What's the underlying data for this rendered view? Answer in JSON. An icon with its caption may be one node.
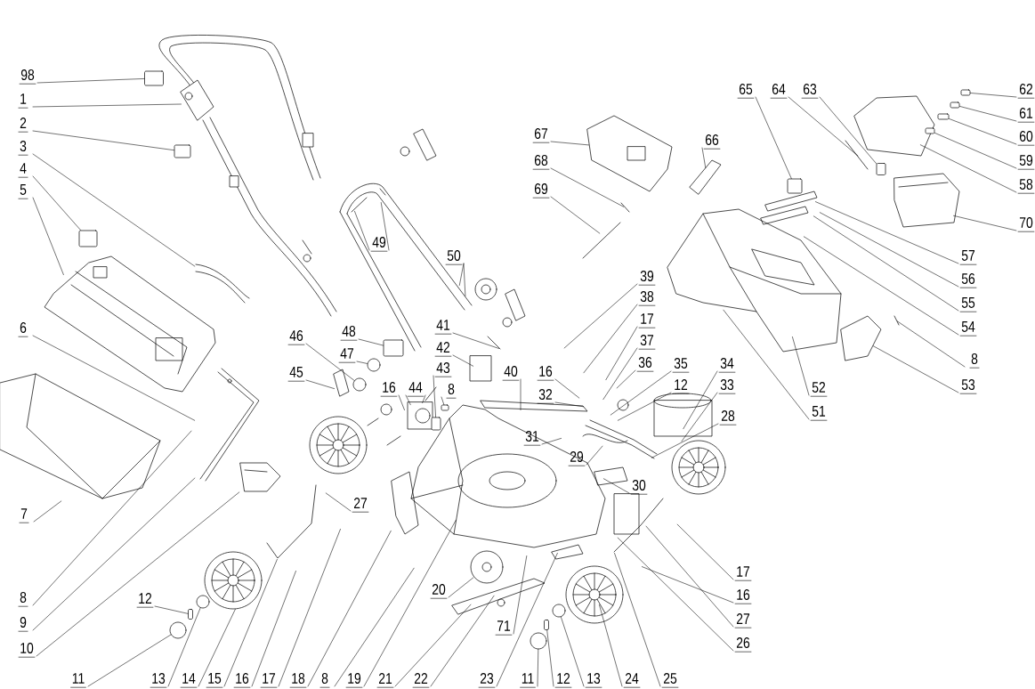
{
  "diagram": {
    "nodes": [
      {
        "text": [
          "98"
        ]
      },
      {
        "text": [
          "1"
        ]
      },
      {
        "text": [
          "2"
        ]
      },
      {
        "text": [
          "3"
        ]
      },
      {
        "text": [
          "4"
        ]
      },
      {
        "text": [
          "5"
        ]
      },
      {
        "text": [
          "6"
        ]
      },
      {
        "text": [
          "7"
        ]
      },
      {
        "text": [
          "8"
        ]
      },
      {
        "text": [
          "9"
        ]
      },
      {
        "text": [
          "10"
        ]
      },
      {
        "text": [
          "12"
        ]
      },
      {
        "text": [
          "11"
        ]
      },
      {
        "text": [
          "13"
        ]
      },
      {
        "text": [
          "14"
        ]
      },
      {
        "text": [
          "15"
        ]
      },
      {
        "text": [
          "16"
        ]
      },
      {
        "text": [
          "17"
        ]
      },
      {
        "text": [
          "18"
        ]
      },
      {
        "text": [
          "8"
        ]
      },
      {
        "text": [
          "19"
        ]
      },
      {
        "text": [
          "21"
        ]
      },
      {
        "text": [
          "22"
        ]
      },
      {
        "text": [
          "23"
        ]
      },
      {
        "text": [
          "11"
        ]
      },
      {
        "text": [
          "12"
        ]
      },
      {
        "text": [
          "13"
        ]
      },
      {
        "text": [
          "24"
        ]
      },
      {
        "text": [
          "25"
        ]
      },
      {
        "text": [
          "20"
        ]
      },
      {
        "text": [
          "71"
        ]
      },
      {
        "text": [
          "27"
        ]
      },
      {
        "text": [
          "46"
        ]
      },
      {
        "text": [
          "48"
        ]
      },
      {
        "text": [
          "47"
        ]
      },
      {
        "text": [
          "45"
        ]
      },
      {
        "text": [
          "49"
        ]
      },
      {
        "text": [
          "50"
        ]
      },
      {
        "text": [
          "41"
        ]
      },
      {
        "text": [
          "42"
        ]
      },
      {
        "text": [
          "43"
        ]
      },
      {
        "text": [
          "8"
        ]
      },
      {
        "text": [
          "16"
        ]
      },
      {
        "text": [
          "44"
        ]
      },
      {
        "text": [
          "40"
        ]
      },
      {
        "text": [
          "16"
        ]
      },
      {
        "text": [
          "32"
        ]
      },
      {
        "text": [
          "31"
        ]
      },
      {
        "text": [
          "29"
        ]
      },
      {
        "text": [
          "30"
        ]
      },
      {
        "text": [
          "39"
        ]
      },
      {
        "text": [
          "38"
        ]
      },
      {
        "text": [
          "17"
        ]
      },
      {
        "text": [
          "37"
        ]
      },
      {
        "text": [
          "36"
        ]
      },
      {
        "text": [
          "35"
        ]
      },
      {
        "text": [
          "12"
        ]
      },
      {
        "text": [
          "34"
        ]
      },
      {
        "text": [
          "33"
        ]
      },
      {
        "text": [
          "28"
        ]
      },
      {
        "text": [
          "17"
        ]
      },
      {
        "text": [
          "16"
        ]
      },
      {
        "text": [
          "27"
        ]
      },
      {
        "text": [
          "26"
        ]
      },
      {
        "text": [
          "67"
        ]
      },
      {
        "text": [
          "68"
        ]
      },
      {
        "text": [
          "69"
        ]
      },
      {
        "text": [
          "66"
        ]
      },
      {
        "text": [
          "65"
        ]
      },
      {
        "text": [
          "64"
        ]
      },
      {
        "text": [
          "63"
        ]
      },
      {
        "text": [
          "62"
        ]
      },
      {
        "text": [
          "61"
        ]
      },
      {
        "text": [
          "60"
        ]
      },
      {
        "text": [
          "59"
        ]
      },
      {
        "text": [
          "58"
        ]
      },
      {
        "text": [
          "70"
        ]
      },
      {
        "text": [
          "57"
        ]
      },
      {
        "text": [
          "56"
        ]
      },
      {
        "text": [
          "55"
        ]
      },
      {
        "text": [
          "54"
        ]
      },
      {
        "text": [
          "8"
        ]
      },
      {
        "text": [
          "53"
        ]
      },
      {
        "text": [
          "52"
        ]
      },
      {
        "text": [
          "51"
        ]
      },
      {
        "text": [],
        "shape": "box"
      },
      {
        "text": [],
        "shape": "box"
      },
      {
        "text": [],
        "shape": "box"
      },
      {
        "text": [],
        "shape": "circle"
      },
      {
        "text": [],
        "shape": "circle"
      },
      {
        "text": [],
        "shape": "circle"
      },
      {
        "text": [],
        "shape": "circle"
      },
      {
        "text": [],
        "shape": "box"
      },
      {
        "text": [],
        "shape": "circle"
      },
      {
        "text": [],
        "shape": "box"
      },
      {
        "text": [],
        "shape": "box"
      },
      {
        "text": [],
        "shape": "box"
      },
      {
        "text": [],
        "shape": "box"
      },
      {
        "text": [],
        "shape": "box"
      },
      {
        "text": [],
        "shape": "box"
      },
      {
        "text": [],
        "shape": "box"
      },
      {
        "text": [],
        "shape": "box"
      },
      {
        "text": [],
        "shape": "circle"
      },
      {
        "text": [],
        "shape": "box"
      },
      {
        "text": [],
        "shape": "box"
      }
    ],
    "edges": [
      {
        "from": 0,
        "to": 85,
        "arrow": "none"
      },
      {
        "from": 1,
        "to": null,
        "arrow": "none"
      },
      {
        "from": 2,
        "to": 86,
        "arrow": "none"
      },
      {
        "from": 3,
        "to": null,
        "arrow": "none"
      },
      {
        "from": 4,
        "to": 87,
        "arrow": "none"
      },
      {
        "from": 5,
        "to": null,
        "arrow": "none"
      },
      {
        "from": 6,
        "to": null,
        "arrow": "none"
      },
      {
        "from": 7,
        "to": null,
        "arrow": "none"
      },
      {
        "from": 8,
        "to": null,
        "arrow": "none"
      },
      {
        "from": 9,
        "to": null,
        "arrow": "none"
      },
      {
        "from": 10,
        "to": null,
        "arrow": "none"
      },
      {
        "from": 11,
        "to": 103,
        "arrow": "none"
      },
      {
        "from": 12,
        "to": 88,
        "arrow": "none"
      },
      {
        "from": 13,
        "to": 89,
        "arrow": "none"
      },
      {
        "from": 14,
        "to": null,
        "arrow": "none"
      },
      {
        "from": 15,
        "to": null,
        "arrow": "none"
      },
      {
        "from": 16,
        "to": null,
        "arrow": "none"
      },
      {
        "from": 17,
        "to": null,
        "arrow": "none"
      },
      {
        "from": 18,
        "to": null,
        "arrow": "none"
      },
      {
        "from": 19,
        "to": null,
        "arrow": "none"
      },
      {
        "from": 20,
        "to": null,
        "arrow": "none"
      },
      {
        "from": 21,
        "to": null,
        "arrow": "none"
      },
      {
        "from": 22,
        "to": null,
        "arrow": "none"
      },
      {
        "from": 23,
        "to": null,
        "arrow": "none"
      },
      {
        "from": 24,
        "to": 90,
        "arrow": "none"
      },
      {
        "from": 25,
        "to": 104,
        "arrow": "none"
      },
      {
        "from": 26,
        "to": 91,
        "arrow": "none"
      },
      {
        "from": 27,
        "to": null,
        "arrow": "none"
      },
      {
        "from": 28,
        "to": null,
        "arrow": "none"
      },
      {
        "from": 29,
        "to": null,
        "arrow": "none"
      },
      {
        "from": 30,
        "to": null,
        "arrow": "none"
      },
      {
        "from": 31,
        "to": null,
        "arrow": "none"
      },
      {
        "from": 32,
        "to": 102,
        "arrow": "none"
      },
      {
        "from": 33,
        "to": 92,
        "arrow": "none"
      },
      {
        "from": 34,
        "to": 93,
        "arrow": "none"
      },
      {
        "from": 35,
        "to": null,
        "arrow": "none"
      },
      {
        "from": 36,
        "to": null,
        "arrow": "none"
      },
      {
        "from": 36,
        "to": null,
        "arrow": "none"
      },
      {
        "from": 37,
        "to": null,
        "arrow": "none"
      },
      {
        "from": 37,
        "to": null,
        "arrow": "none"
      },
      {
        "from": 38,
        "to": null,
        "arrow": "none"
      },
      {
        "from": 39,
        "to": null,
        "arrow": "none"
      },
      {
        "from": 40,
        "to": 95,
        "arrow": "none"
      },
      {
        "from": 41,
        "to": 94,
        "arrow": "none"
      },
      {
        "from": 42,
        "to": null,
        "arrow": "none"
      },
      {
        "from": 43,
        "to": null,
        "arrow": "none"
      },
      {
        "from": 43,
        "to": null,
        "arrow": "none"
      },
      {
        "from": 44,
        "to": null,
        "arrow": "none"
      },
      {
        "from": 45,
        "to": null,
        "arrow": "none"
      },
      {
        "from": 46,
        "to": null,
        "arrow": "none"
      },
      {
        "from": 47,
        "to": null,
        "arrow": "none"
      },
      {
        "from": 48,
        "to": null,
        "arrow": "none"
      },
      {
        "from": 49,
        "to": null,
        "arrow": "none"
      },
      {
        "from": 50,
        "to": null,
        "arrow": "none"
      },
      {
        "from": 51,
        "to": null,
        "arrow": "none"
      },
      {
        "from": 52,
        "to": null,
        "arrow": "none"
      },
      {
        "from": 53,
        "to": null,
        "arrow": "none"
      },
      {
        "from": 54,
        "to": null,
        "arrow": "none"
      },
      {
        "from": 55,
        "to": null,
        "arrow": "none"
      },
      {
        "from": 56,
        "to": null,
        "arrow": "none"
      },
      {
        "from": 57,
        "to": null,
        "arrow": "none"
      },
      {
        "from": 58,
        "to": null,
        "arrow": "none"
      },
      {
        "from": 59,
        "to": null,
        "arrow": "none"
      },
      {
        "from": 60,
        "to": null,
        "arrow": "none"
      },
      {
        "from": 61,
        "to": null,
        "arrow": "none"
      },
      {
        "from": 62,
        "to": null,
        "arrow": "none"
      },
      {
        "from": 63,
        "to": null,
        "arrow": "none"
      },
      {
        "from": 64,
        "to": null,
        "arrow": "none"
      },
      {
        "from": 65,
        "to": null,
        "arrow": "none"
      },
      {
        "from": 66,
        "to": null,
        "arrow": "none"
      },
      {
        "from": 67,
        "to": null,
        "arrow": "none"
      },
      {
        "from": 68,
        "to": 96,
        "arrow": "none"
      },
      {
        "from": 69,
        "to": null,
        "arrow": "none"
      },
      {
        "from": 70,
        "to": 97,
        "arrow": "none"
      },
      {
        "from": 71,
        "to": 98,
        "arrow": "none"
      },
      {
        "from": 72,
        "to": 99,
        "arrow": "none"
      },
      {
        "from": 73,
        "to": 100,
        "arrow": "none"
      },
      {
        "from": 74,
        "to": 101,
        "arrow": "none"
      },
      {
        "from": 75,
        "to": null,
        "arrow": "none"
      },
      {
        "from": 76,
        "to": null,
        "arrow": "none"
      },
      {
        "from": 77,
        "to": null,
        "arrow": "none"
      },
      {
        "from": 78,
        "to": null,
        "arrow": "none"
      },
      {
        "from": 79,
        "to": null,
        "arrow": "none"
      },
      {
        "from": 80,
        "to": null,
        "arrow": "none"
      },
      {
        "from": 81,
        "to": null,
        "arrow": "none"
      },
      {
        "from": 82,
        "to": null,
        "arrow": "none"
      },
      {
        "from": 83,
        "to": null,
        "arrow": "none"
      },
      {
        "from": 84,
        "to": null,
        "arrow": "none"
      }
    ]
  }
}
